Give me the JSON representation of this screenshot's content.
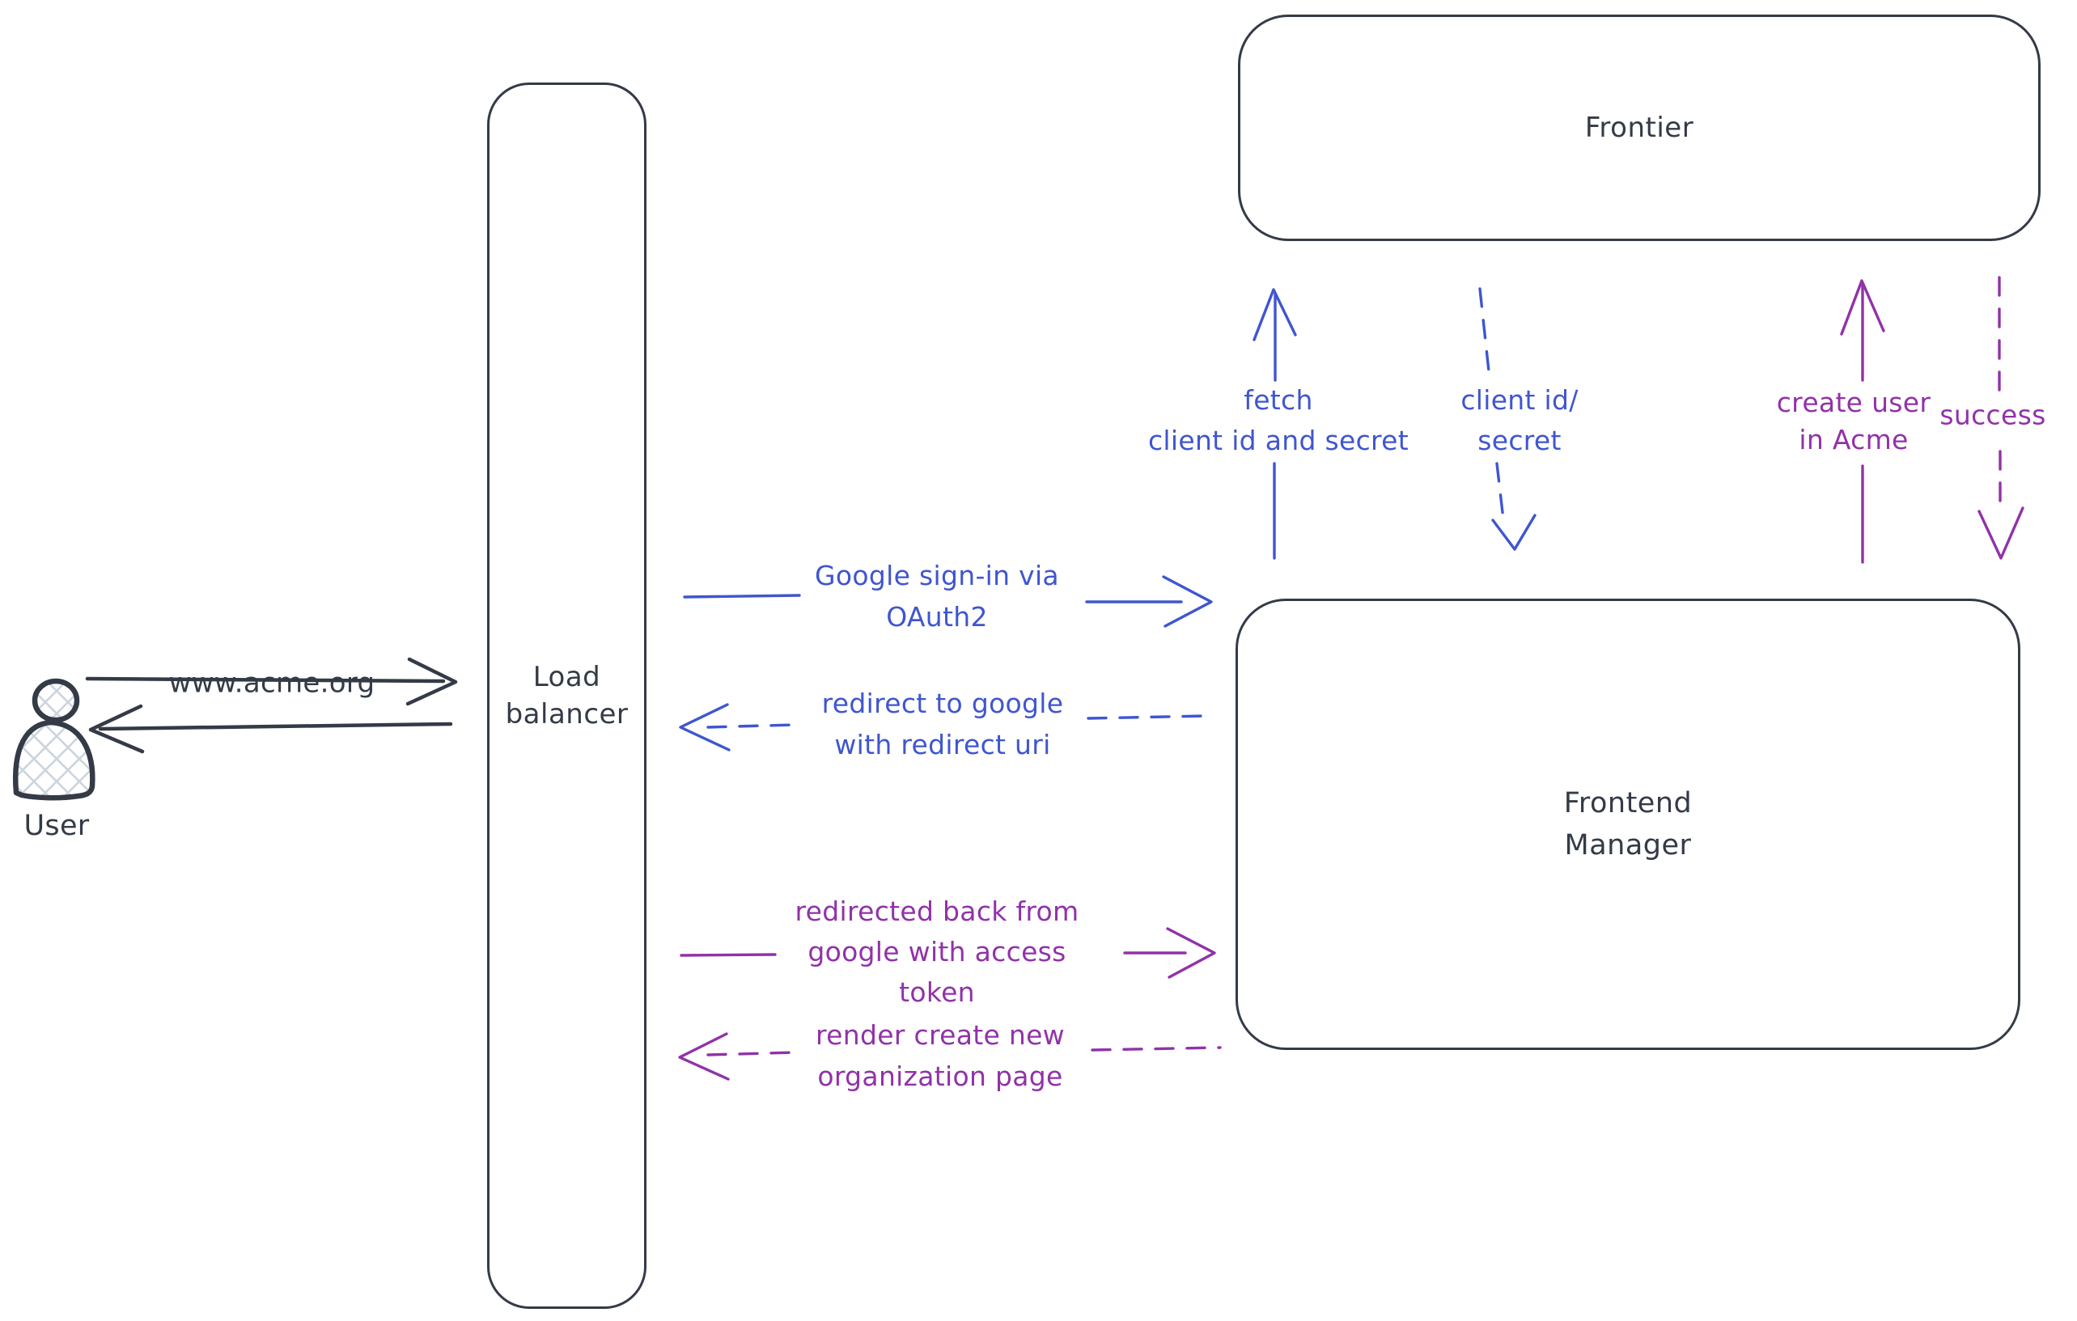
{
  "colors": {
    "ink": "#343b47",
    "blue": "#3f56cf",
    "purple": "#9132a8",
    "hatch": "#ccd5de"
  },
  "nodes": {
    "user": {
      "label": "User",
      "type": "actor"
    },
    "load_balancer": {
      "label": "Load\nbalancer",
      "type": "box"
    },
    "frontier": {
      "label": "Frontier",
      "type": "box"
    },
    "frontend_manager": {
      "label": "Frontend\nManager",
      "type": "box"
    }
  },
  "messages": {
    "www_acme": {
      "label": "www.acme.org",
      "from": "User",
      "to": "Load balancer",
      "line": "solid",
      "color": "ink"
    },
    "lb_response": {
      "label": "",
      "from": "Load balancer",
      "to": "User",
      "line": "solid",
      "color": "ink"
    },
    "google_signin": {
      "label": "Google sign-in via\nOAuth2",
      "from": "Load balancer",
      "to": "Frontend Manager",
      "line": "solid",
      "color": "blue"
    },
    "redirect_google": {
      "label": "redirect to google\nwith redirect uri",
      "from": "Frontend Manager",
      "to": "Load balancer",
      "line": "dashed",
      "color": "blue"
    },
    "fetch_secret": {
      "label": "fetch\nclient id and secret",
      "from": "Frontend Manager",
      "to": "Frontier",
      "line": "solid",
      "color": "blue"
    },
    "client_id_secret": {
      "label": "client id/\nsecret",
      "from": "Frontier",
      "to": "Frontend Manager",
      "line": "dashed",
      "color": "blue"
    },
    "redirected_back": {
      "label": "redirected back from\ngoogle with access\ntoken",
      "from": "Load balancer",
      "to": "Frontend Manager",
      "line": "solid",
      "color": "purple"
    },
    "render_org_page": {
      "label": "render create new\norganization page",
      "from": "Frontend Manager",
      "to": "Load balancer",
      "line": "dashed",
      "color": "purple"
    },
    "create_user": {
      "label": "create user\nin Acme",
      "from": "Frontend Manager",
      "to": "Frontier",
      "line": "solid",
      "color": "purple"
    },
    "success": {
      "label": "success",
      "from": "Frontier",
      "to": "Frontend Manager",
      "line": "dashed",
      "color": "purple"
    }
  }
}
